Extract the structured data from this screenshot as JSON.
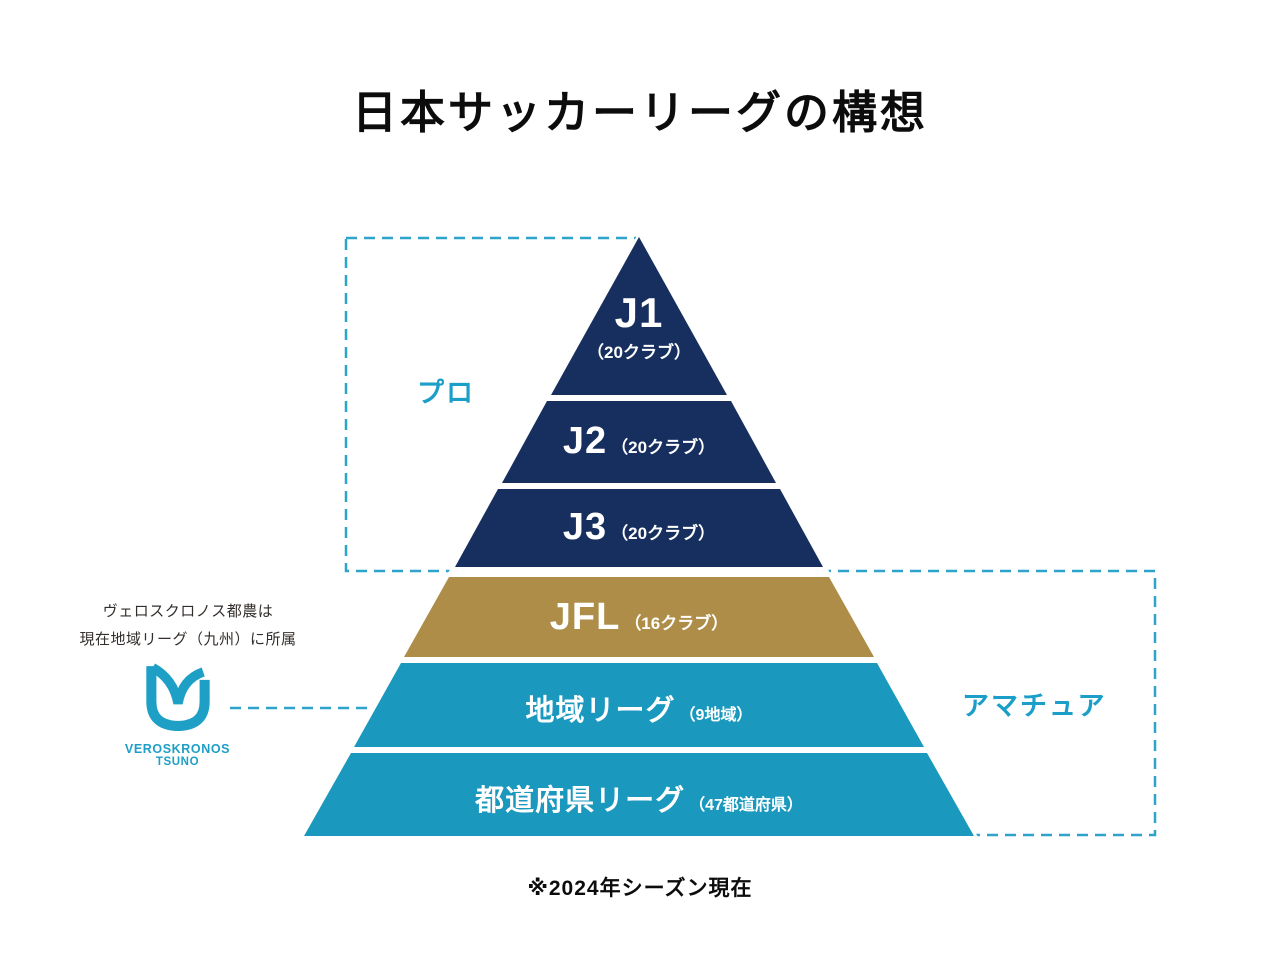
{
  "title": "日本サッカーリーグの構想",
  "footnote": "※2024年シーズン現在",
  "groups": {
    "pro": {
      "label": "プロ"
    },
    "amateur": {
      "label": "アマチュア"
    }
  },
  "annotation": {
    "line1": "ヴェロスクロノス都農は",
    "line2": "現在地域リーグ（九州）に所属",
    "club_name_line1": "VEROSKRONOS",
    "club_name_line2": "TSUNO"
  },
  "pyramid": {
    "levels": [
      {
        "name": "J1",
        "detail": "（20クラブ）",
        "color": "#172f5e",
        "group": "プロ"
      },
      {
        "name": "J2",
        "detail": "（20クラブ）",
        "color": "#172f5e",
        "group": "プロ"
      },
      {
        "name": "J3",
        "detail": "（20クラブ）",
        "color": "#172f5e",
        "group": "プロ"
      },
      {
        "name": "JFL",
        "detail": "（16クラブ）",
        "color": "#ae8d49",
        "group": "アマチュア"
      },
      {
        "name": "地域リーグ",
        "detail": "（9地域）",
        "color": "#1b98bd",
        "group": "アマチュア"
      },
      {
        "name": "都道府県リーグ",
        "detail": "（47都道府県）",
        "color": "#1b98bd",
        "group": "アマチュア"
      }
    ]
  },
  "colors": {
    "navy": "#172f5e",
    "gold": "#ae8d49",
    "cyan_level": "#1b98bd",
    "cyan_accent": "#1b9fc8",
    "dash_line": "#2ea4cb",
    "text_black": "#0c0c0c",
    "white": "#ffffff"
  }
}
